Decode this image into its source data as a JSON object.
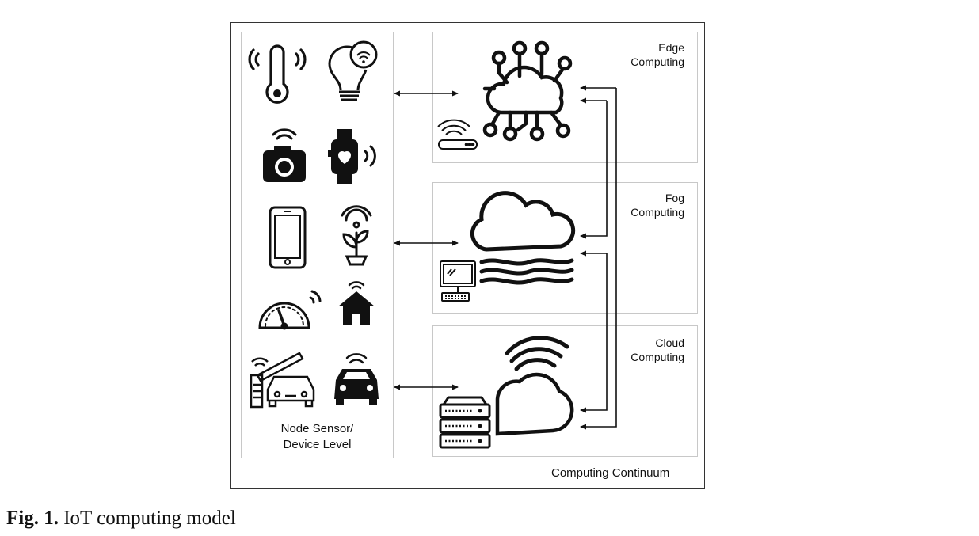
{
  "continuum_label": "Computing Continuum",
  "device_level_line1": "Node Sensor/",
  "device_level_line2": "Device Level",
  "tiers": {
    "edge": {
      "line1": "Edge",
      "line2": "Computing"
    },
    "fog": {
      "line1": "Fog",
      "line2": "Computing"
    },
    "cloud": {
      "line1": "Cloud",
      "line2": "Computing"
    }
  },
  "caption": {
    "prefix": "Fig. 1.",
    "text": " IoT computing model"
  },
  "icons": {
    "devices": [
      "thermometer-icon",
      "smart-bulb-icon",
      "camera-icon",
      "smartwatch-icon",
      "smartphone-icon",
      "smart-plant-icon",
      "gauge-icon",
      "smart-home-icon",
      "parking-barrier-icon",
      "connected-car-icon"
    ],
    "edge": [
      "edge-cloud-circuit-icon",
      "router-icon"
    ],
    "fog": [
      "fog-cloud-icon",
      "desktop-computer-icon"
    ],
    "cloud": [
      "wireless-cloud-icon",
      "server-rack-icon"
    ]
  }
}
